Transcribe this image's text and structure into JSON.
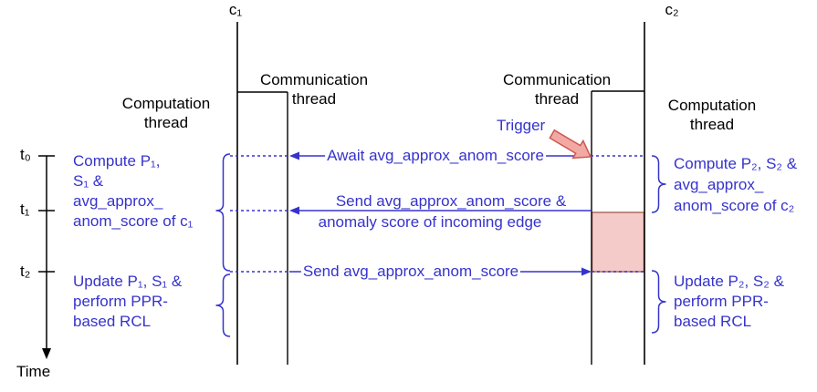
{
  "figure": {
    "nodes": {
      "c1": "c₁",
      "c2": "c₂"
    },
    "thread_labels": {
      "c1_computation": "Computation thread",
      "c1_communication": "Communication thread",
      "c2_communication": "Communication thread",
      "c2_computation": "Computation thread"
    },
    "time_axis": {
      "t0": "t₀",
      "t1": "t₁",
      "t2": "t₂",
      "label": "Time"
    },
    "trigger_label": "Trigger",
    "messages": {
      "await": "Await avg_approx_anom_score",
      "send_full_line1": "Send avg_approx_anom_score &",
      "send_full_line2": "anomaly score of incoming edge",
      "send_avg": "Send avg_approx_anom_score"
    },
    "annotations": {
      "c1_compute": [
        "Compute P₁,",
        "S₁ &",
        "avg_approx_",
        "anom_score of c₁"
      ],
      "c1_update": [
        "Update P₁, S₁ &",
        "perform PPR-",
        "based RCL"
      ],
      "c2_compute": [
        "Compute P₂, S₂ &",
        "avg_approx_",
        "anom_score of c₂"
      ],
      "c2_update": [
        "Update P₂, S₂ &",
        "perform PPR-",
        "based RCL"
      ]
    },
    "colors": {
      "accent_blue": "#3633cc",
      "line_black": "#000000",
      "busy_block_fill": "#f5cbc9",
      "busy_block_border": "#b06a62",
      "trigger_arrow_fill": "#f3a9a3",
      "trigger_arrow_border": "#ca5a52"
    }
  }
}
